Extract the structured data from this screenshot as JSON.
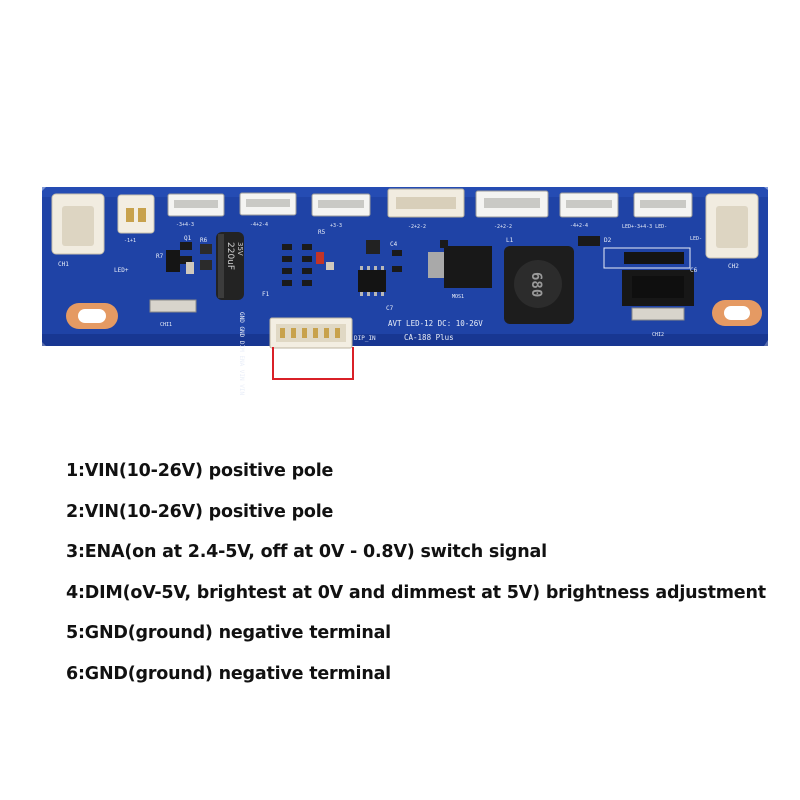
{
  "board": {
    "labels": {
      "model": "AVT LED-12 DC: 10-26V",
      "version": "CA-188 Plus",
      "dip_in": "DIP_IN",
      "cap_value": "220uF",
      "cap_voltage": "35V",
      "inductor": "680",
      "ch1": "CH1",
      "ch2": "CH2",
      "chi1": "CHI1",
      "chi2": "CHI2",
      "led_plus": "LED+",
      "led_minus": "LED-",
      "q1": "Q1",
      "r7": "R7",
      "r5": "R5",
      "r6": "R6",
      "c4": "C4",
      "c7": "C7",
      "f1": "F1",
      "l1": "L1",
      "d2": "D2",
      "c6": "C6",
      "mos": "MOS1",
      "conn_1": "-3+4-3",
      "conn_2": "-4+2-4",
      "conn_3": "+3-3",
      "conn_4": "-2+2-2",
      "conn_5": "-2+2-2",
      "conn_6": "-4+2-4",
      "conn_7": "LED+-3+4-3 LED-",
      "conn_8": "-1+1",
      "pin_names": "GND GND DIM ENA VIN VIN"
    },
    "colors": {
      "pcb": "#1f43a6",
      "highlight": "#d92027",
      "copper": "#e59a63"
    }
  },
  "pins": [
    "1:VIN(10-26V) positive pole",
    "2:VIN(10-26V) positive pole",
    "3:ENA(on at 2.4-5V, off at 0V - 0.8V) switch signal",
    "4:DIM(oV-5V, brightest at 0V and dimmest at 5V) brightness adjustment",
    "5:GND(ground) negative terminal",
    "6:GND(ground) negative terminal"
  ]
}
